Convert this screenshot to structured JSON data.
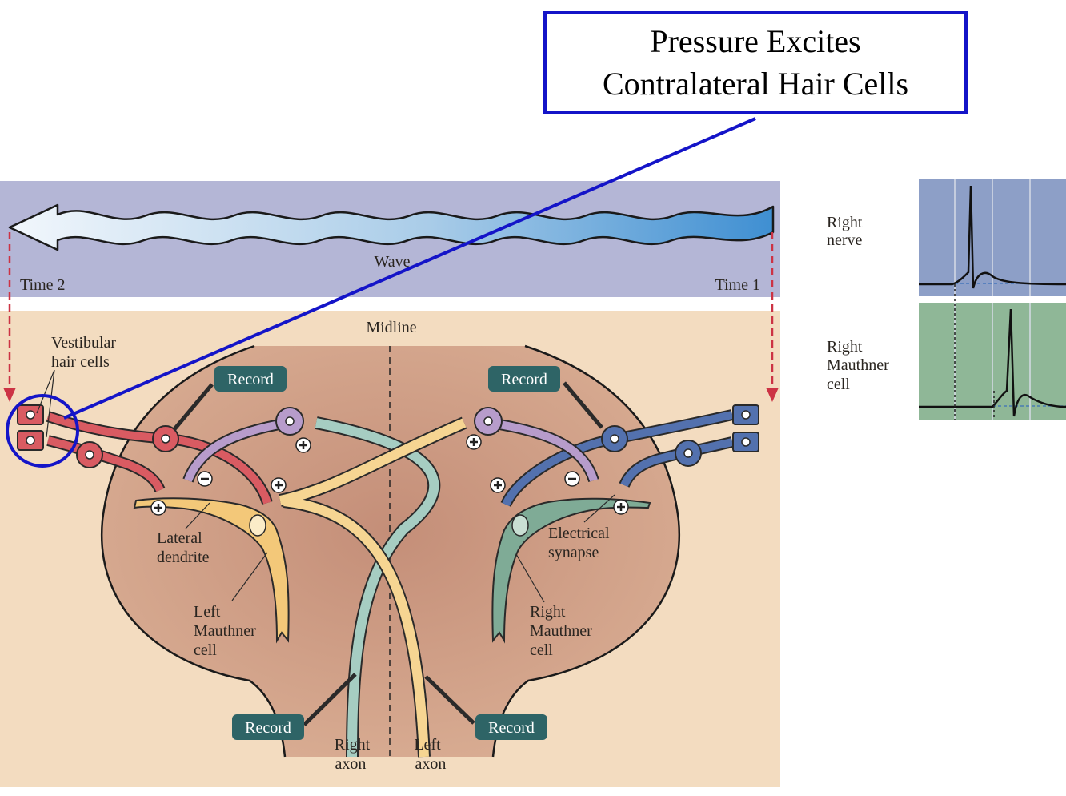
{
  "title": {
    "line1": "Pressure Excites",
    "line2": "Contralateral Hair Cells"
  },
  "wave": {
    "label": "Wave",
    "time_left": "Time 2",
    "time_right": "Time 1"
  },
  "midline": "Midline",
  "record_label": "Record",
  "labels": {
    "vestibular_1": "Vestibular",
    "vestibular_2": "hair cells",
    "lateral_1": "Lateral",
    "lateral_2": "dendrite",
    "left_m_1": "Left",
    "left_m_2": "Mauthner",
    "left_m_3": "cell",
    "right_m_1": "Right",
    "right_m_2": "Mauthner",
    "right_m_3": "cell",
    "elec_1": "Electrical",
    "elec_2": "synapse",
    "raxon_1": "Right",
    "raxon_2": "axon",
    "laxon_1": "Left",
    "laxon_2": "axon"
  },
  "traces": {
    "nerve_1": "Right",
    "nerve_2": "nerve",
    "mcell_1": "Right",
    "mcell_2": "Mauthner",
    "mcell_3": "cell"
  },
  "colors": {
    "title_border": "#1414c8",
    "pointer": "#1414c8",
    "wave_band": "#b4b6d6",
    "brain": "#c9987e",
    "record_badge": "#2e6466",
    "left_cell": "#f3c879",
    "right_cell": "#7fab96",
    "left_afferent": "#d95b62",
    "right_afferent": "#5371ae",
    "interneuron": "#b79ccb",
    "nerve_panel": "#8d9fc7",
    "mcell_panel": "#8fb797"
  }
}
